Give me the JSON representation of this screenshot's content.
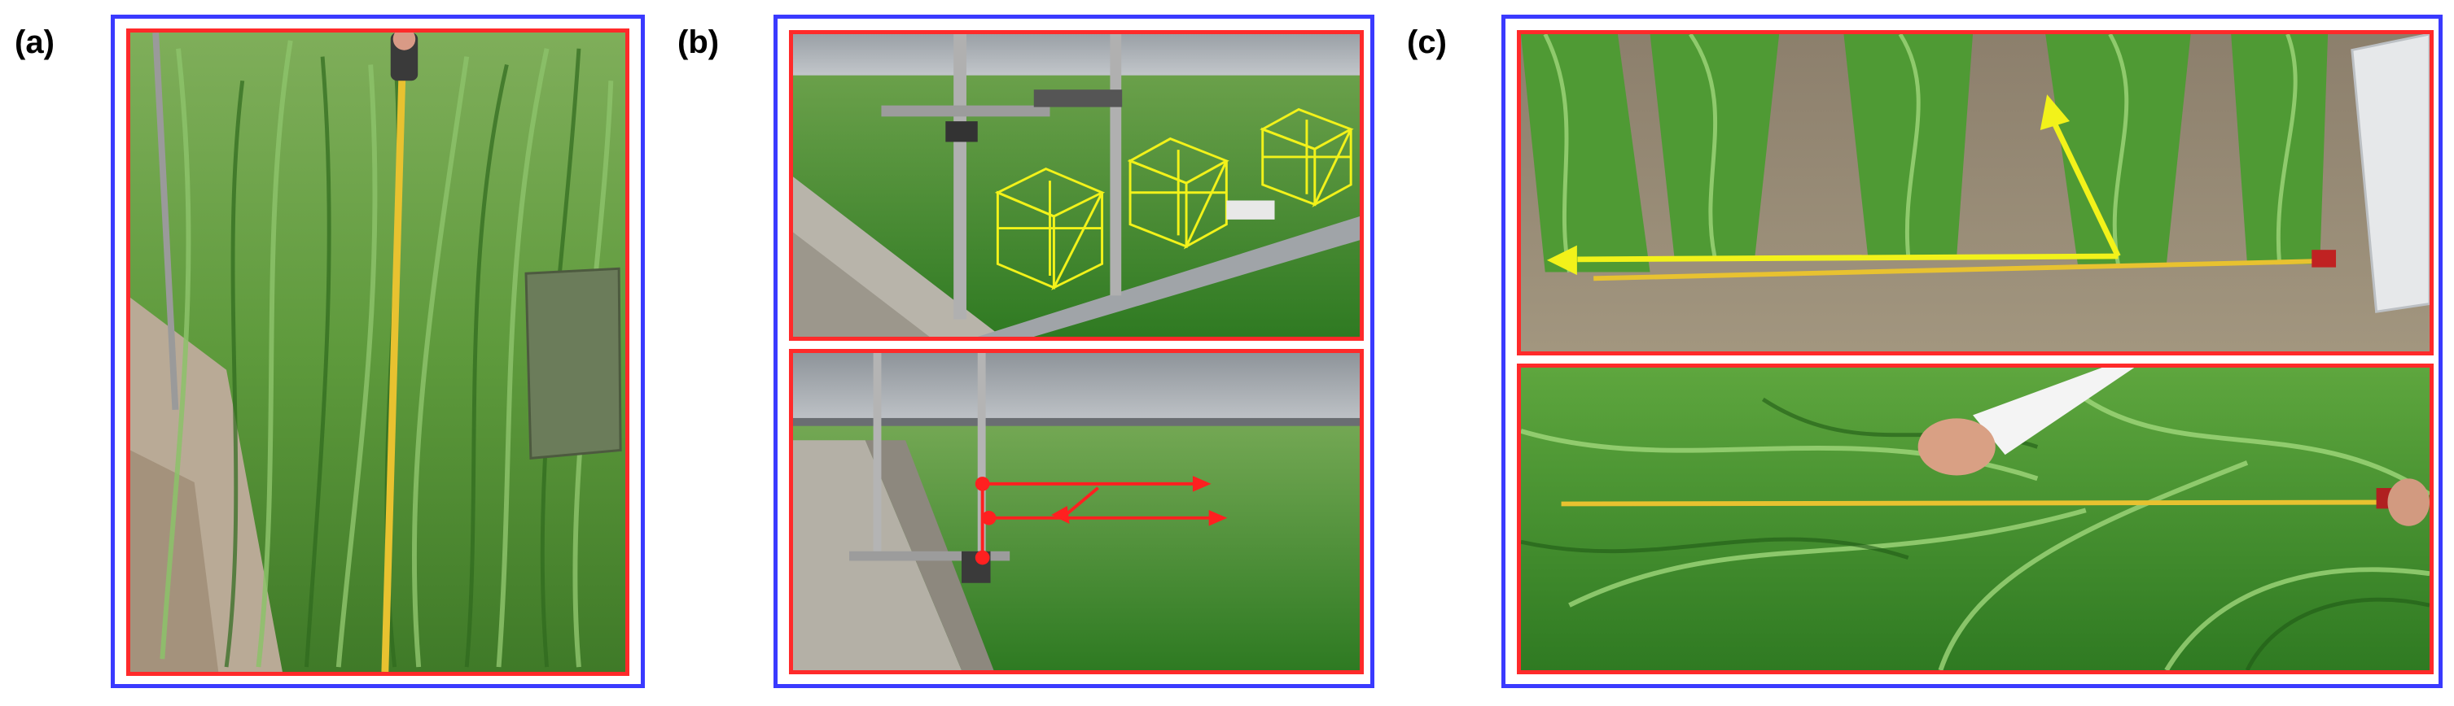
{
  "panels": [
    {
      "id": "a",
      "label": "(a)"
    },
    {
      "id": "b",
      "label": "(b)"
    },
    {
      "id": "c",
      "label": "(c)"
    }
  ],
  "colors": {
    "outer_frame": "#3a3aff",
    "photo_frame": "#ff2a2a",
    "annotation_yellow": "#f2f21a",
    "annotation_red": "#ff2020",
    "measuring_tape": "#e8c230"
  }
}
